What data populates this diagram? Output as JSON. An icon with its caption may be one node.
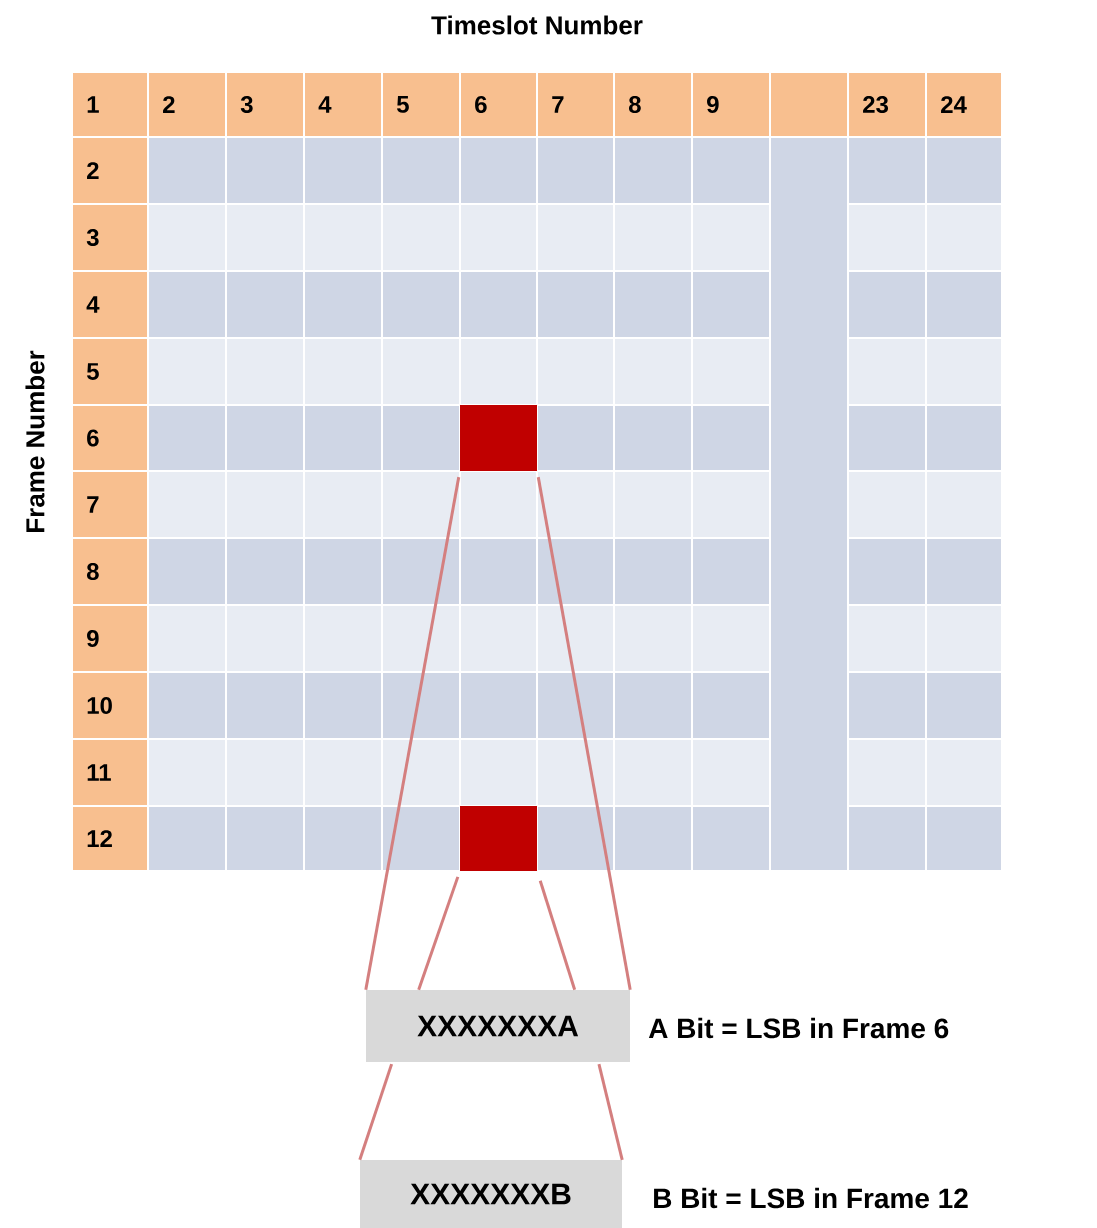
{
  "diagram": {
    "nodes": [
      {
        "text": [],
        "shape": "box"
      },
      {
        "text": [],
        "shape": "box"
      },
      {
        "text": [
          "XXXXXXXA"
        ],
        "beside": [
          "A Bit = LSB in Frame 6"
        ]
      },
      {
        "text": [
          "XXXXXXXB"
        ],
        "beside": [
          "B Bit = LSB in Frame 12"
        ]
      }
    ],
    "edges": [
      {
        "from": 0,
        "to": 2,
        "arrow": "none"
      },
      {
        "from": 0,
        "to": 2,
        "arrow": "none"
      },
      {
        "from": 1,
        "to": 2,
        "arrow": "none"
      },
      {
        "from": 1,
        "to": 2,
        "arrow": "none"
      },
      {
        "from": 2,
        "to": 3,
        "arrow": "none"
      },
      {
        "from": 2,
        "to": 3,
        "arrow": "none"
      }
    ],
    "labels": [
      "Timeslot Number",
      "Frame Number",
      "1",
      "2",
      "3",
      "4",
      "5",
      "6",
      "7",
      "8",
      "9",
      "23",
      "24",
      "2",
      "3",
      "4",
      "5",
      "6",
      "7",
      "8",
      "9",
      "10",
      "11",
      "12"
    ]
  }
}
